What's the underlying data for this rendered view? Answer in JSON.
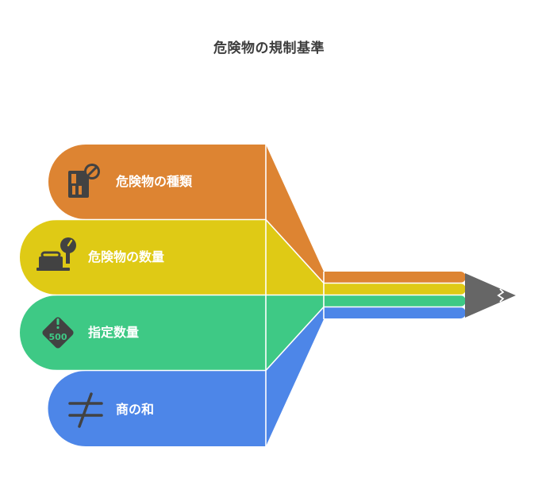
{
  "title": "危険物の規制基準",
  "items": [
    {
      "label": "危険物の種類",
      "color": "#dd8432",
      "icon": "document-prohibited-icon"
    },
    {
      "label": "危険物の数量",
      "color": "#dfca15",
      "icon": "weight-scale-icon"
    },
    {
      "label": "指定数量",
      "color": "#3ec985",
      "icon": "warning-diamond-500-icon",
      "icon_text": "500"
    },
    {
      "label": "商の和",
      "color": "#4d86e8",
      "icon": "not-equal-icon"
    }
  ],
  "pencil_color": "#666666"
}
